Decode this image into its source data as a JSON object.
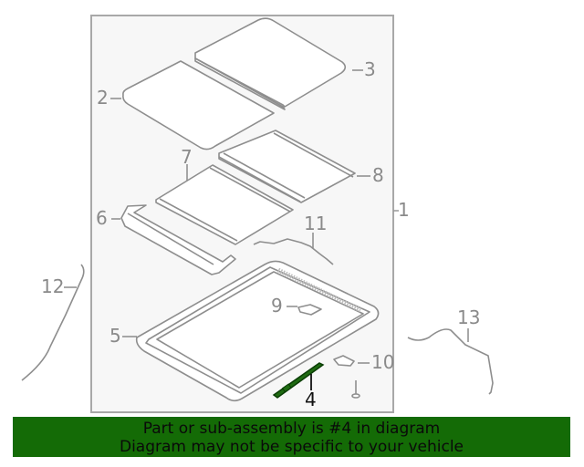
{
  "diagram": {
    "type": "parts-exploded-view",
    "subject": "Sunroof / panoramic roof assembly",
    "highlighted_part": "4",
    "highlight_color": "#1f6b12",
    "callouts": [
      {
        "id": "1",
        "label": "1"
      },
      {
        "id": "2",
        "label": "2"
      },
      {
        "id": "3",
        "label": "3"
      },
      {
        "id": "4",
        "label": "4"
      },
      {
        "id": "5",
        "label": "5"
      },
      {
        "id": "6",
        "label": "6"
      },
      {
        "id": "7",
        "label": "7"
      },
      {
        "id": "8",
        "label": "8"
      },
      {
        "id": "9",
        "label": "9"
      },
      {
        "id": "10",
        "label": "10"
      },
      {
        "id": "11",
        "label": "11"
      },
      {
        "id": "12",
        "label": "12"
      },
      {
        "id": "13",
        "label": "13"
      }
    ]
  },
  "banner": {
    "line1": "Part or sub-assembly is #4 in diagram",
    "line2": "Diagram may not be specific to your vehicle",
    "background": "#146b06"
  }
}
